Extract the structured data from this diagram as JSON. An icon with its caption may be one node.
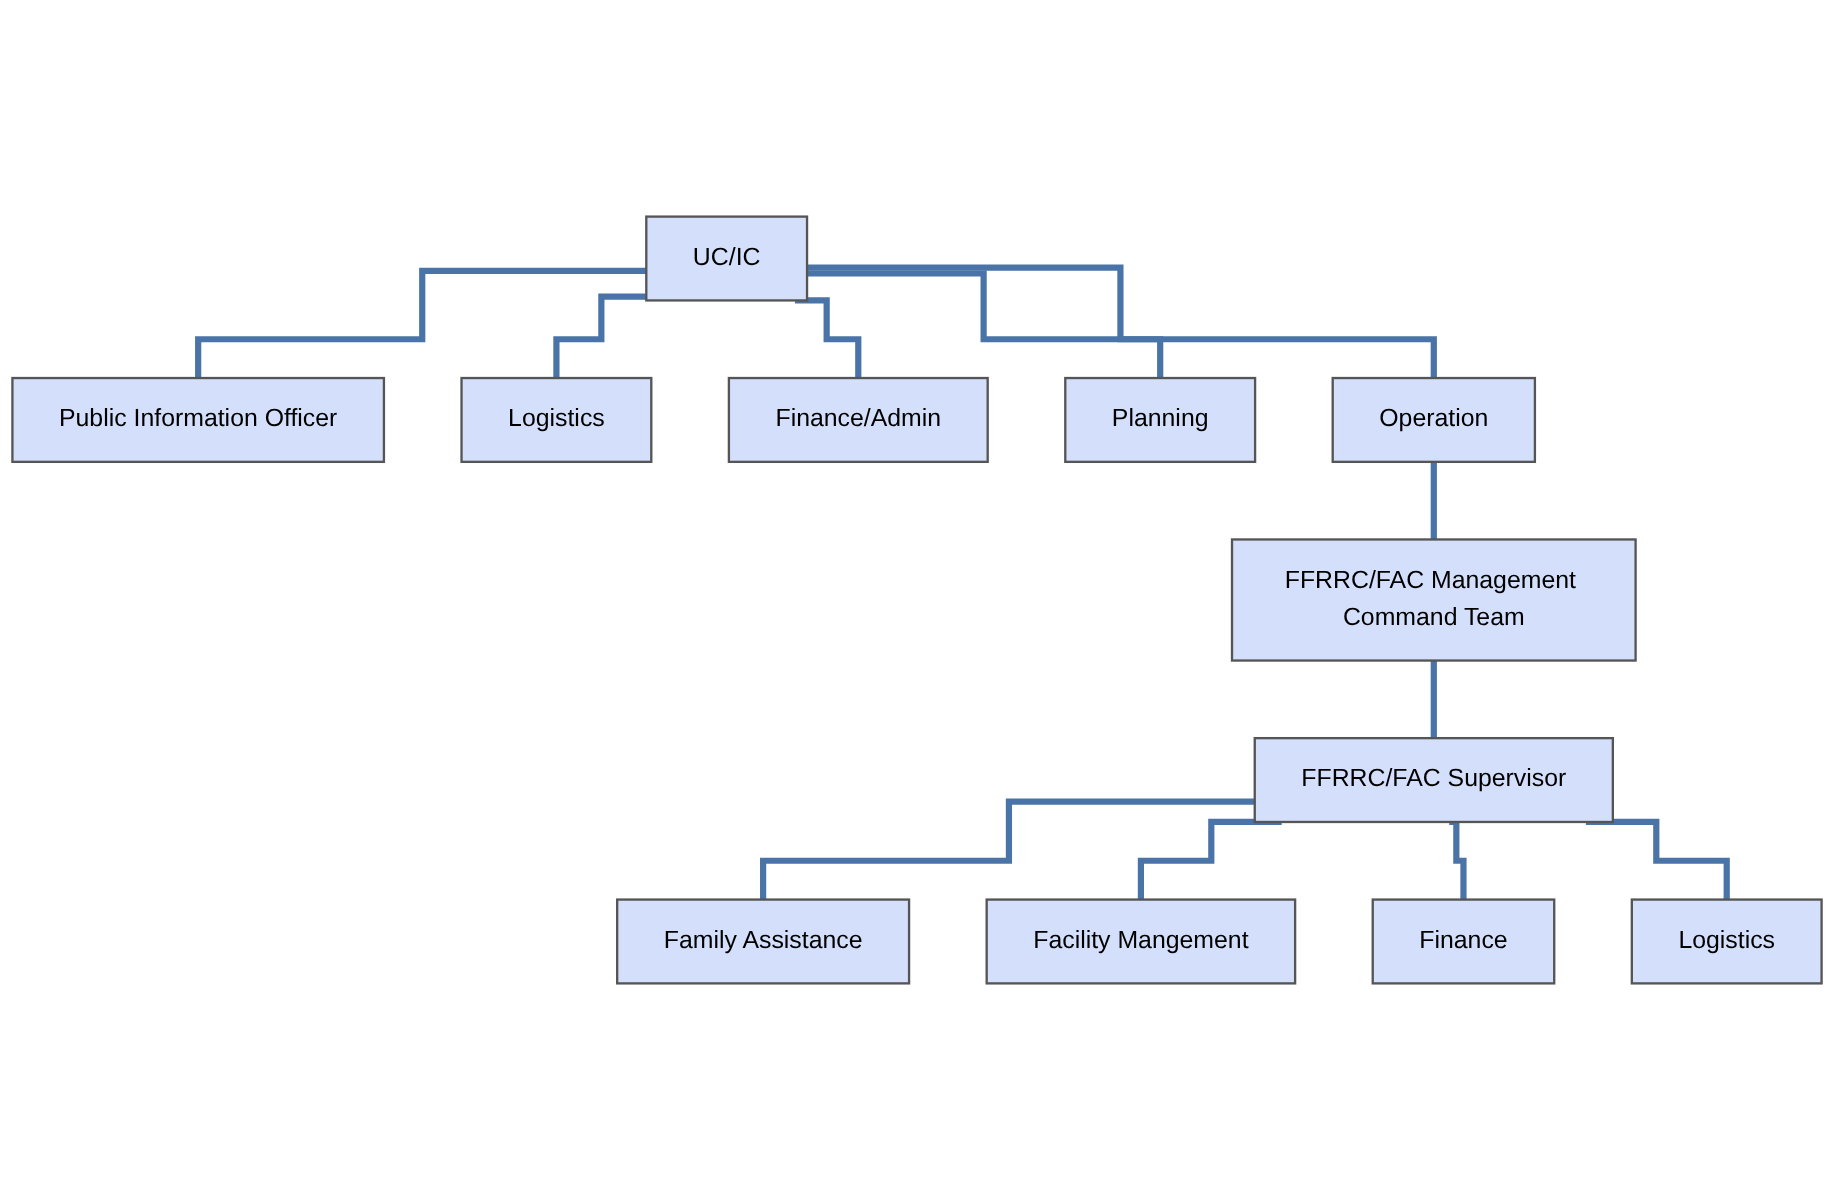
{
  "diagram": {
    "nodes": [
      {
        "text": [
          "UC/IC"
        ]
      },
      {
        "text": [
          "Public Information Officer"
        ]
      },
      {
        "text": [
          "Logistics"
        ]
      },
      {
        "text": [
          "Finance/Admin"
        ]
      },
      {
        "text": [
          "Planning"
        ]
      },
      {
        "text": [
          "Operation"
        ]
      },
      {
        "text": [
          "FFRRC/FAC Management Command Team"
        ]
      },
      {
        "text": [
          "FFRRC/FAC Supervisor"
        ]
      },
      {
        "text": [
          "Family Assistance"
        ]
      },
      {
        "text": [
          "Facility Mangement"
        ]
      },
      {
        "text": [
          "Finance"
        ]
      },
      {
        "text": [
          "Logistics"
        ]
      }
    ],
    "edges": [
      {
        "from": 0,
        "to": 1,
        "arrow": "none"
      },
      {
        "from": 0,
        "to": 2,
        "arrow": "none"
      },
      {
        "from": 0,
        "to": 3,
        "arrow": "none"
      },
      {
        "from": 0,
        "to": 4,
        "arrow": "none"
      },
      {
        "from": 0,
        "to": 5,
        "arrow": "none"
      },
      {
        "from": 5,
        "to": 6,
        "arrow": "none"
      },
      {
        "from": 6,
        "to": 7,
        "arrow": "none"
      },
      {
        "from": 7,
        "to": 8,
        "arrow": "none"
      },
      {
        "from": 7,
        "to": 9,
        "arrow": "none"
      },
      {
        "from": 7,
        "to": 10,
        "arrow": "none"
      },
      {
        "from": 7,
        "to": 11,
        "arrow": "none"
      }
    ]
  }
}
